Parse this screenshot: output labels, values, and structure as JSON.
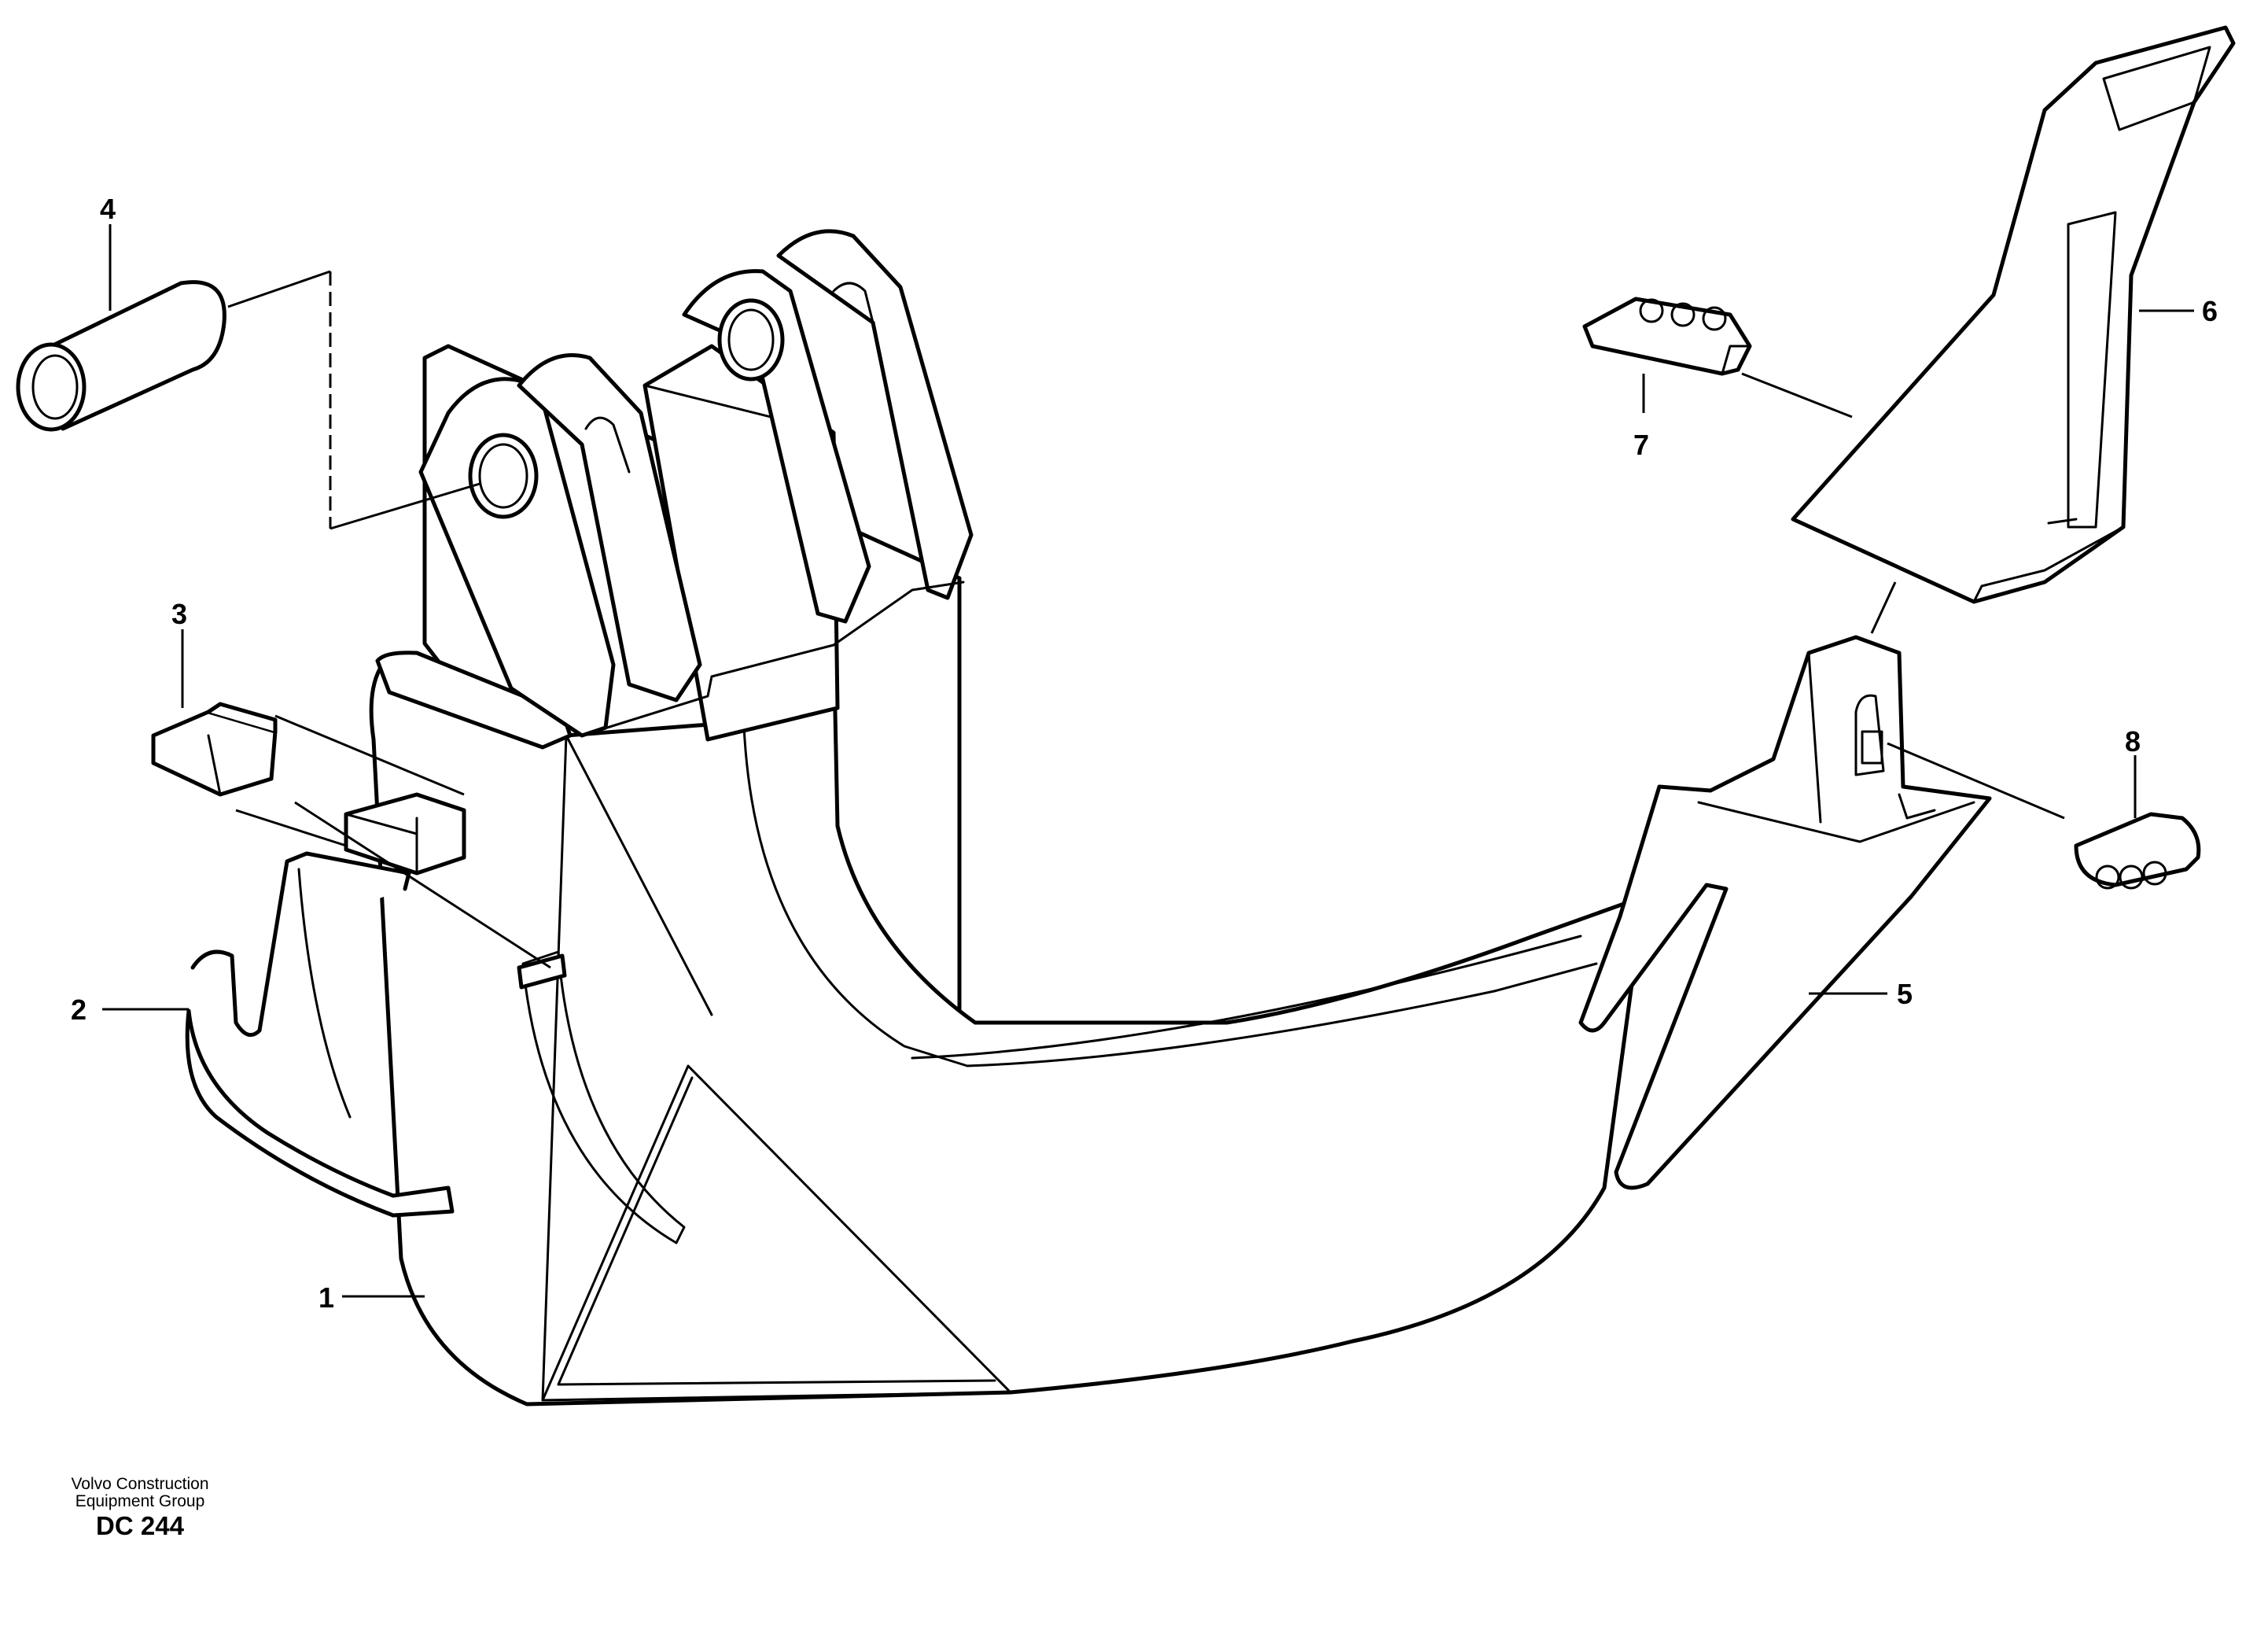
{
  "callouts": {
    "c1": "1",
    "c2": "2",
    "c3": "3",
    "c4": "4",
    "c5": "5",
    "c6": "6",
    "c7": "7",
    "c8": "8"
  },
  "footer": {
    "line1": "Volvo Construction",
    "line2": "Equipment Group",
    "code": "DC 244"
  }
}
